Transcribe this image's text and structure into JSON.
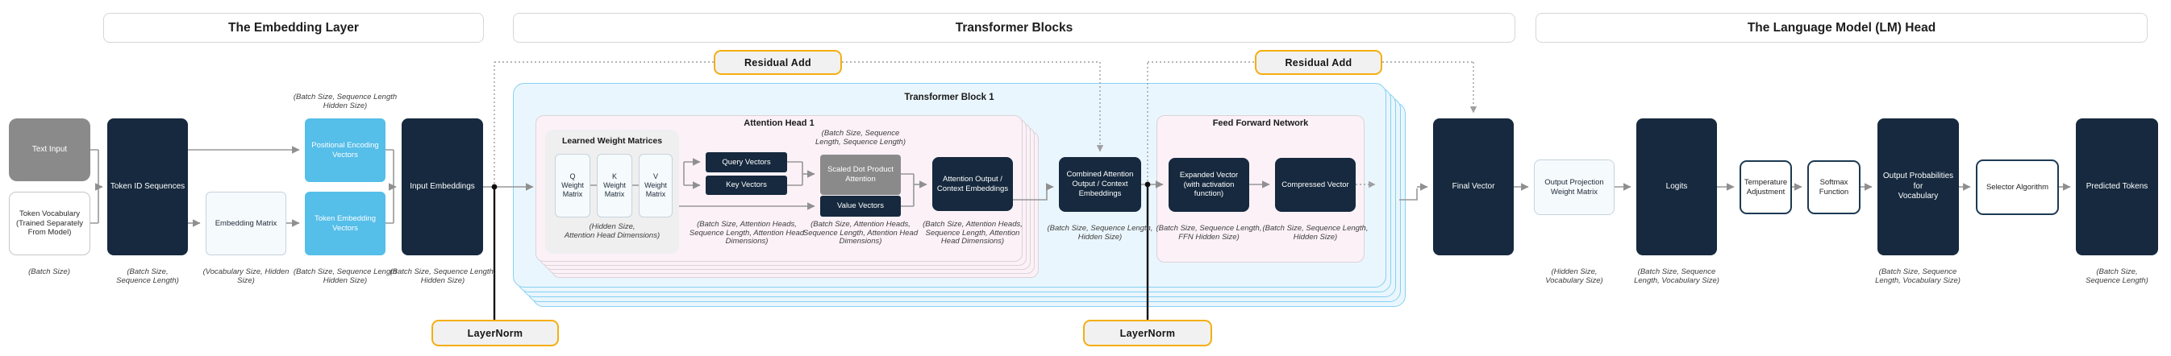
{
  "headers": {
    "embedding": "The Embedding Layer",
    "transformer": "Transformer Blocks",
    "lm_head": "The Language Model (LM) Head"
  },
  "containers": {
    "transformer_block": "Transformer Block 1",
    "attention_head": "Attention Head 1",
    "learned_weights": "Learned Weight Matrices",
    "ffn": "Feed Forward Network"
  },
  "badges": {
    "residual_add_1": "Residual Add",
    "residual_add_2": "Residual Add",
    "layer_norm_1": "LayerNorm",
    "layer_norm_2": "LayerNorm"
  },
  "nodes": {
    "text_input": "Text Input",
    "token_vocabulary": "Token Vocabulary\n(Trained Separately\nFrom Model)",
    "token_id_sequences": "Token ID Sequences",
    "embedding_matrix": "Embedding Matrix",
    "positional_encoding_vectors": "Positional Encoding\nVectors",
    "token_embedding_vectors": "Token Embedding\nVectors",
    "input_embeddings": "Input Embeddings",
    "q_weight_matrix": "Q\nWeight\nMatrix",
    "k_weight_matrix": "K\nWeight\nMatrix",
    "v_weight_matrix": "V\nWeight\nMatrix",
    "query_vectors": "Query Vectors",
    "key_vectors": "Key Vectors",
    "scaled_dot_product_attention": "Scaled Dot Product\nAttention",
    "value_vectors": "Value Vectors",
    "attention_output": "Attention Output /\nContext Embeddings",
    "combined_attention": "Combined Attention\nOutput / Context\nEmbeddings",
    "expanded_vector": "Expanded Vector\n(with activation\nfunction)",
    "compressed_vector": "Compressed Vector",
    "final_vector": "Final Vector",
    "output_projection": "Output Projection\nWeight Matrix",
    "logits": "Logits",
    "temperature_adjustment": "Temperature\nAdjustment",
    "softmax_function": "Softmax\nFunction",
    "output_probabilities": "Output Probabilities for\nVocabulary",
    "selector_algorithm": "Selector Algorithm",
    "predicted_tokens": "Predicted Tokens"
  },
  "dims": {
    "batch_size": "(Batch Size)",
    "token_id_sequences": "(Batch Size,\nSequence Length)",
    "embedding_matrix": "(Vocabulary Size, Hidden\nSize)",
    "positional_encoding": "(Batch Size, Sequence Length\nHidden Size)",
    "token_embedding": "(Batch Size, Sequence Length\nHidden Size)",
    "input_embeddings": "(Batch Size, Sequence Length,\nHidden Size)",
    "learned_weights": "(Hidden Size,\nAttention Head Dimensions)",
    "attention_scores": "(Batch Size, Sequence\nLength, Sequence Length)",
    "query_key": "(Batch Size, Attention Heads,\nSequence Length, Attention Head\nDimensions)",
    "value": "(Batch Size, Attention Heads,\nSequence Length, Attention Head\nDimensions)",
    "attention_output": "(Batch Size, Attention Heads,\nSequence Length, Attention\nHead Dimensions)",
    "combined_attention": "(Batch Size, Sequence Length,\nHidden Size)",
    "expanded_vector": "(Batch Size, Sequence Length,\nFFN Hidden Size)",
    "compressed_vector": "(Batch Size, Sequence Length,\nHidden Size)",
    "output_projection": "(Hidden Size,\nVocabulary Size)",
    "logits": "(Batch Size, Sequence\nLength, Vocabulary Size)",
    "output_probabilities": "(Batch Size, Sequence\nLength, Vocabulary Size)",
    "predicted_tokens": "(Batch Size,\nSequence Length)"
  },
  "colors": {
    "navy": "#16293E",
    "sky_blue": "#55BEE9",
    "gray_node": "#8A8A8A",
    "amber_border": "#F5AE10",
    "container_blue_fill": "#EAF6FD",
    "container_blue_border": "#85D1F1",
    "container_pink_fill": "#FBF1F7",
    "light_node_fill": "#F5FAFD",
    "arrow_gray": "#979797"
  }
}
